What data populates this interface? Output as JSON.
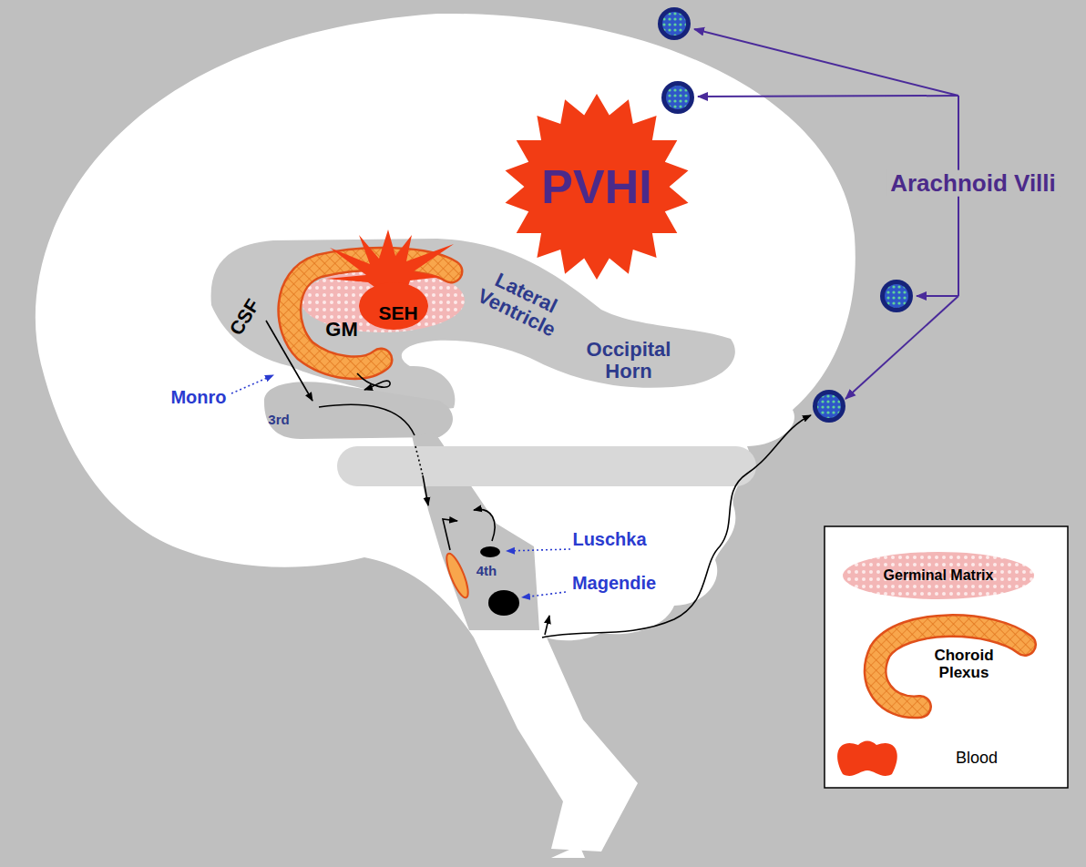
{
  "diagram": {
    "nodes": [
      {
        "text": [
          "PVHI"
        ]
      }
    ],
    "labels": [
      "Arachnoid Villi",
      "CSF",
      "GM",
      "SEH",
      "Lateral Ventricle",
      "Occipital Horn",
      "Monro",
      "3rd",
      "4th",
      "Luschka",
      "Magendie"
    ],
    "legend": [
      {
        "text": "Germinal Matrix"
      },
      {
        "text": "Choroid Plexus"
      },
      {
        "text": "Blood",
        "color": "#f23c14"
      }
    ]
  }
}
